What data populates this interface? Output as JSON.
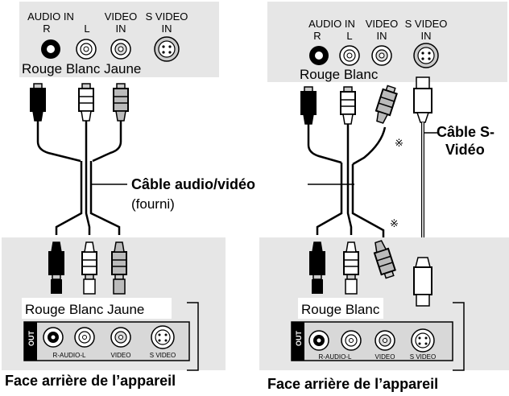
{
  "left": {
    "tv": {
      "audio_in": "AUDIO IN",
      "audio_r": "R",
      "audio_l": "L",
      "video_in_1": "VIDEO",
      "video_in_2": "IN",
      "svideo_in_1": "S VIDEO",
      "svideo_in_2": "IN",
      "colors": "Rouge Blanc Jaune"
    },
    "deck": {
      "colors": "Rouge Blanc Jaune",
      "out": "OUT",
      "r_audio_l": "R-AUDIO-L",
      "video": "VIDEO",
      "s_video": "S VIDEO"
    },
    "caption": "Face arrière de l’appareil"
  },
  "right": {
    "tv": {
      "audio_in": "AUDIO IN",
      "audio_r": "R",
      "audio_l": "L",
      "video_in_1": "VIDEO",
      "video_in_2": "IN",
      "svideo_in_1": "S VIDEO",
      "svideo_in_2": "IN",
      "colors": "Rouge Blanc"
    },
    "deck": {
      "colors": "Rouge Blanc",
      "out": "OUT",
      "r_audio_l": "R-AUDIO-L",
      "video": "VIDEO",
      "s_video": "S VIDEO"
    },
    "caption": "Face arrière de l’appareil",
    "ref_mark": "※"
  },
  "cable": {
    "name": "Câble audio/vidéo",
    "note": "(fourni)"
  },
  "svideo_cable": {
    "line1": "Câble S-",
    "line2": "Vidéo"
  },
  "colors": {
    "panel": "#e6e6e6",
    "black": "#000000",
    "white": "#ffffff"
  }
}
